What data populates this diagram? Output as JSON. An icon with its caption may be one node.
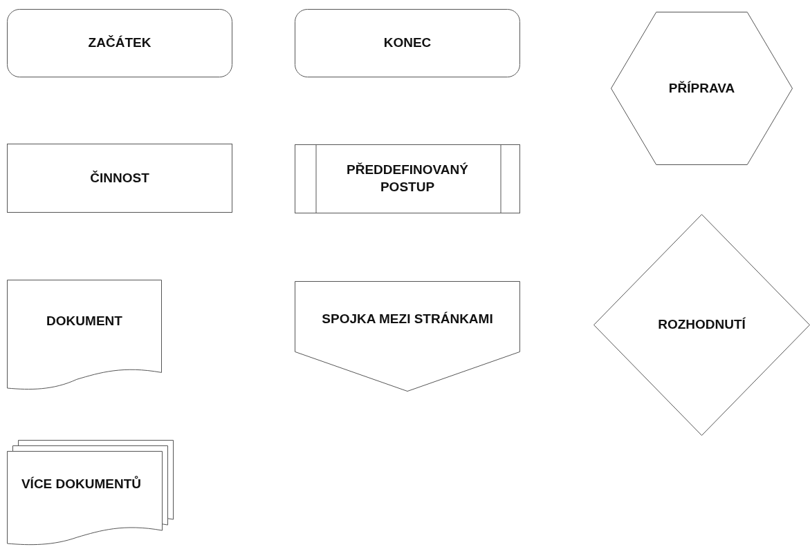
{
  "diagram": {
    "nodes": [
      {
        "text": [
          "ZAČÁTEK"
        ]
      },
      {
        "text": [
          "KONEC"
        ]
      },
      {
        "text": [
          "PŘÍPRAVA"
        ]
      },
      {
        "text": [
          "ČINNOST"
        ]
      },
      {
        "text": [
          "PŘEDDEFINOVANÝ POSTUP"
        ]
      },
      {
        "text": [
          "DOKUMENT"
        ]
      },
      {
        "text": [
          "SPOJKA MEZI STRÁNKAMI"
        ]
      },
      {
        "text": [
          "ROZHODNUTÍ"
        ]
      },
      {
        "text": [
          "VÍCE DOKUMENTŮ"
        ]
      }
    ]
  }
}
